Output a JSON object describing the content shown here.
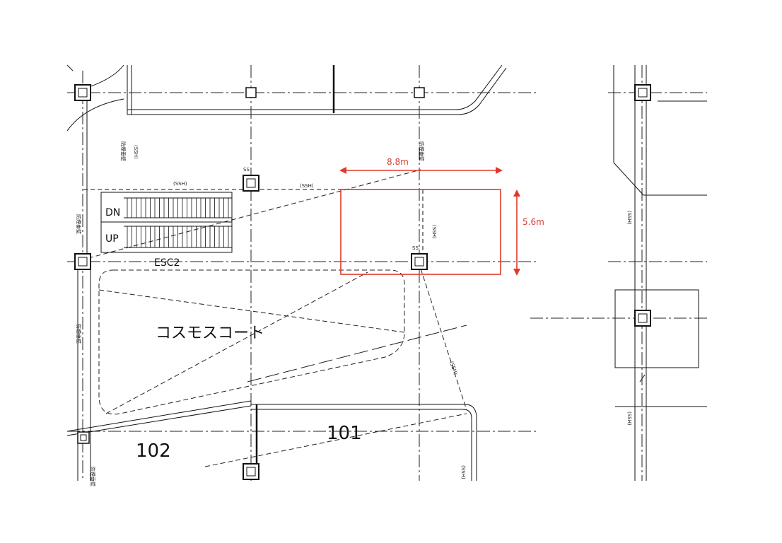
{
  "plan": {
    "area_name": "コスモスコート",
    "room_101": "101",
    "room_102": "102",
    "escalator_id": "ESC2",
    "escalator_down": "DN",
    "escalator_up": "UP",
    "smoke_curtain_label": "防煙垂壁",
    "shutter_label": "(SSH)",
    "column_tag": "SS",
    "highlight": {
      "width_label": "8.8m",
      "depth_label": "5.6m",
      "color": "#e0392b"
    }
  }
}
